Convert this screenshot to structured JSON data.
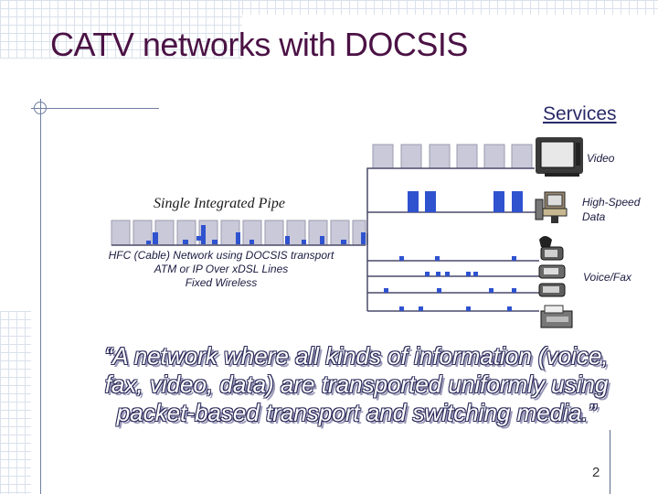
{
  "slide": {
    "title": "CATV networks with DOCSIS",
    "services_heading": "Services",
    "page_number": "2"
  },
  "diagram": {
    "pipe_label": "Single Integrated Pipe",
    "transport_lines": [
      "HFC (Cable) Network using DOCSIS transport",
      "ATM or IP Over xDSL Lines",
      "Fixed Wireless"
    ],
    "service_labels": {
      "video": "Video",
      "data": "High-Speed Data",
      "voice": "Voice/Fax"
    },
    "colors": {
      "cell_fill": "#c9c9d9",
      "cell_dark": "#9a9aae",
      "packet_blue": "#2f52cf",
      "line": "#4a4a6a"
    }
  },
  "quote": {
    "lines": [
      "“A network where all kinds of information (voice,",
      "fax, video, data) are transported uniformly using",
      "packet-based transport and switching media.”"
    ]
  }
}
